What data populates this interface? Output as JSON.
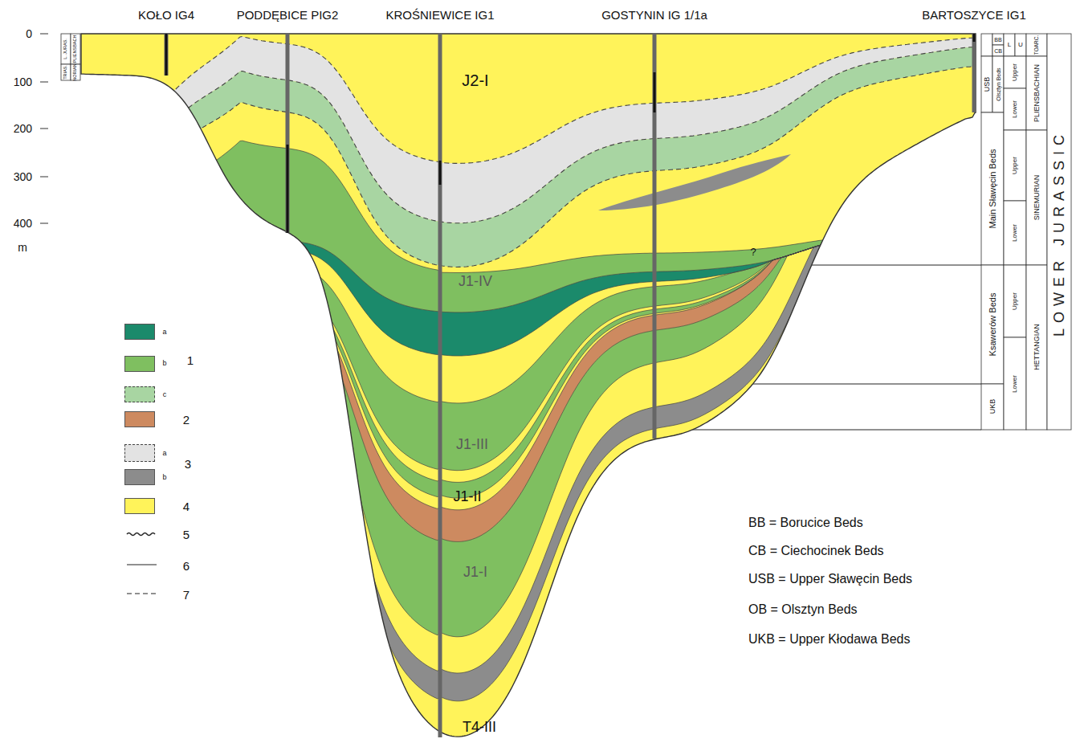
{
  "diagram": {
    "labels": [
      "KOŁO IG4",
      "PODDĘBICE PIG2",
      "KROŚNIEWICE IG1",
      "GOSTYNIN IG 1/1a",
      "BARTOSZYCE IG1",
      "0",
      "100",
      "200",
      "300",
      "400",
      "m",
      "TRIAS.",
      "L. JURAS.",
      "NORIAN",
      "PLIENSBACH",
      "J2-I",
      "J1-IV",
      "J1-III",
      "J1-II",
      "J1-I",
      "T4-III",
      "1",
      "3",
      "BB = Borucice Beds",
      "CB = Ciechocinek Beds",
      "USB = Upper Sławęcin Beds",
      "OB = Olsztyn Beds",
      "UKB = Upper Kłodawa Beds",
      "?",
      "BB",
      "CB",
      "USB",
      "Olsztyn Beds",
      "L",
      "U",
      "TOARC.",
      "Main Sławęcin Beds",
      "Ksawerów Beds",
      "UKB",
      "Upper",
      "Lower",
      "Upper",
      "Lower",
      "Upper",
      "Lower",
      "PLIENSBACHIAN",
      "SINEMURIAN",
      "HETTANGIAN",
      "LOWER JURASSIC"
    ],
    "legend": [
      {
        "text": "a",
        "color": "#1b8a6b"
      },
      {
        "text": "b",
        "color": "#7fbf60"
      },
      {
        "text": "c",
        "color": "#a8d5a2"
      },
      {
        "text": "2",
        "color": "#cd8a60"
      },
      {
        "text": "a",
        "color": "#e3e3e3"
      },
      {
        "text": "b",
        "color": "#8c8c8c"
      },
      {
        "text": "4",
        "color": "#fff35a"
      },
      {
        "text": "5"
      },
      {
        "text": "6"
      },
      {
        "text": "7"
      }
    ]
  }
}
